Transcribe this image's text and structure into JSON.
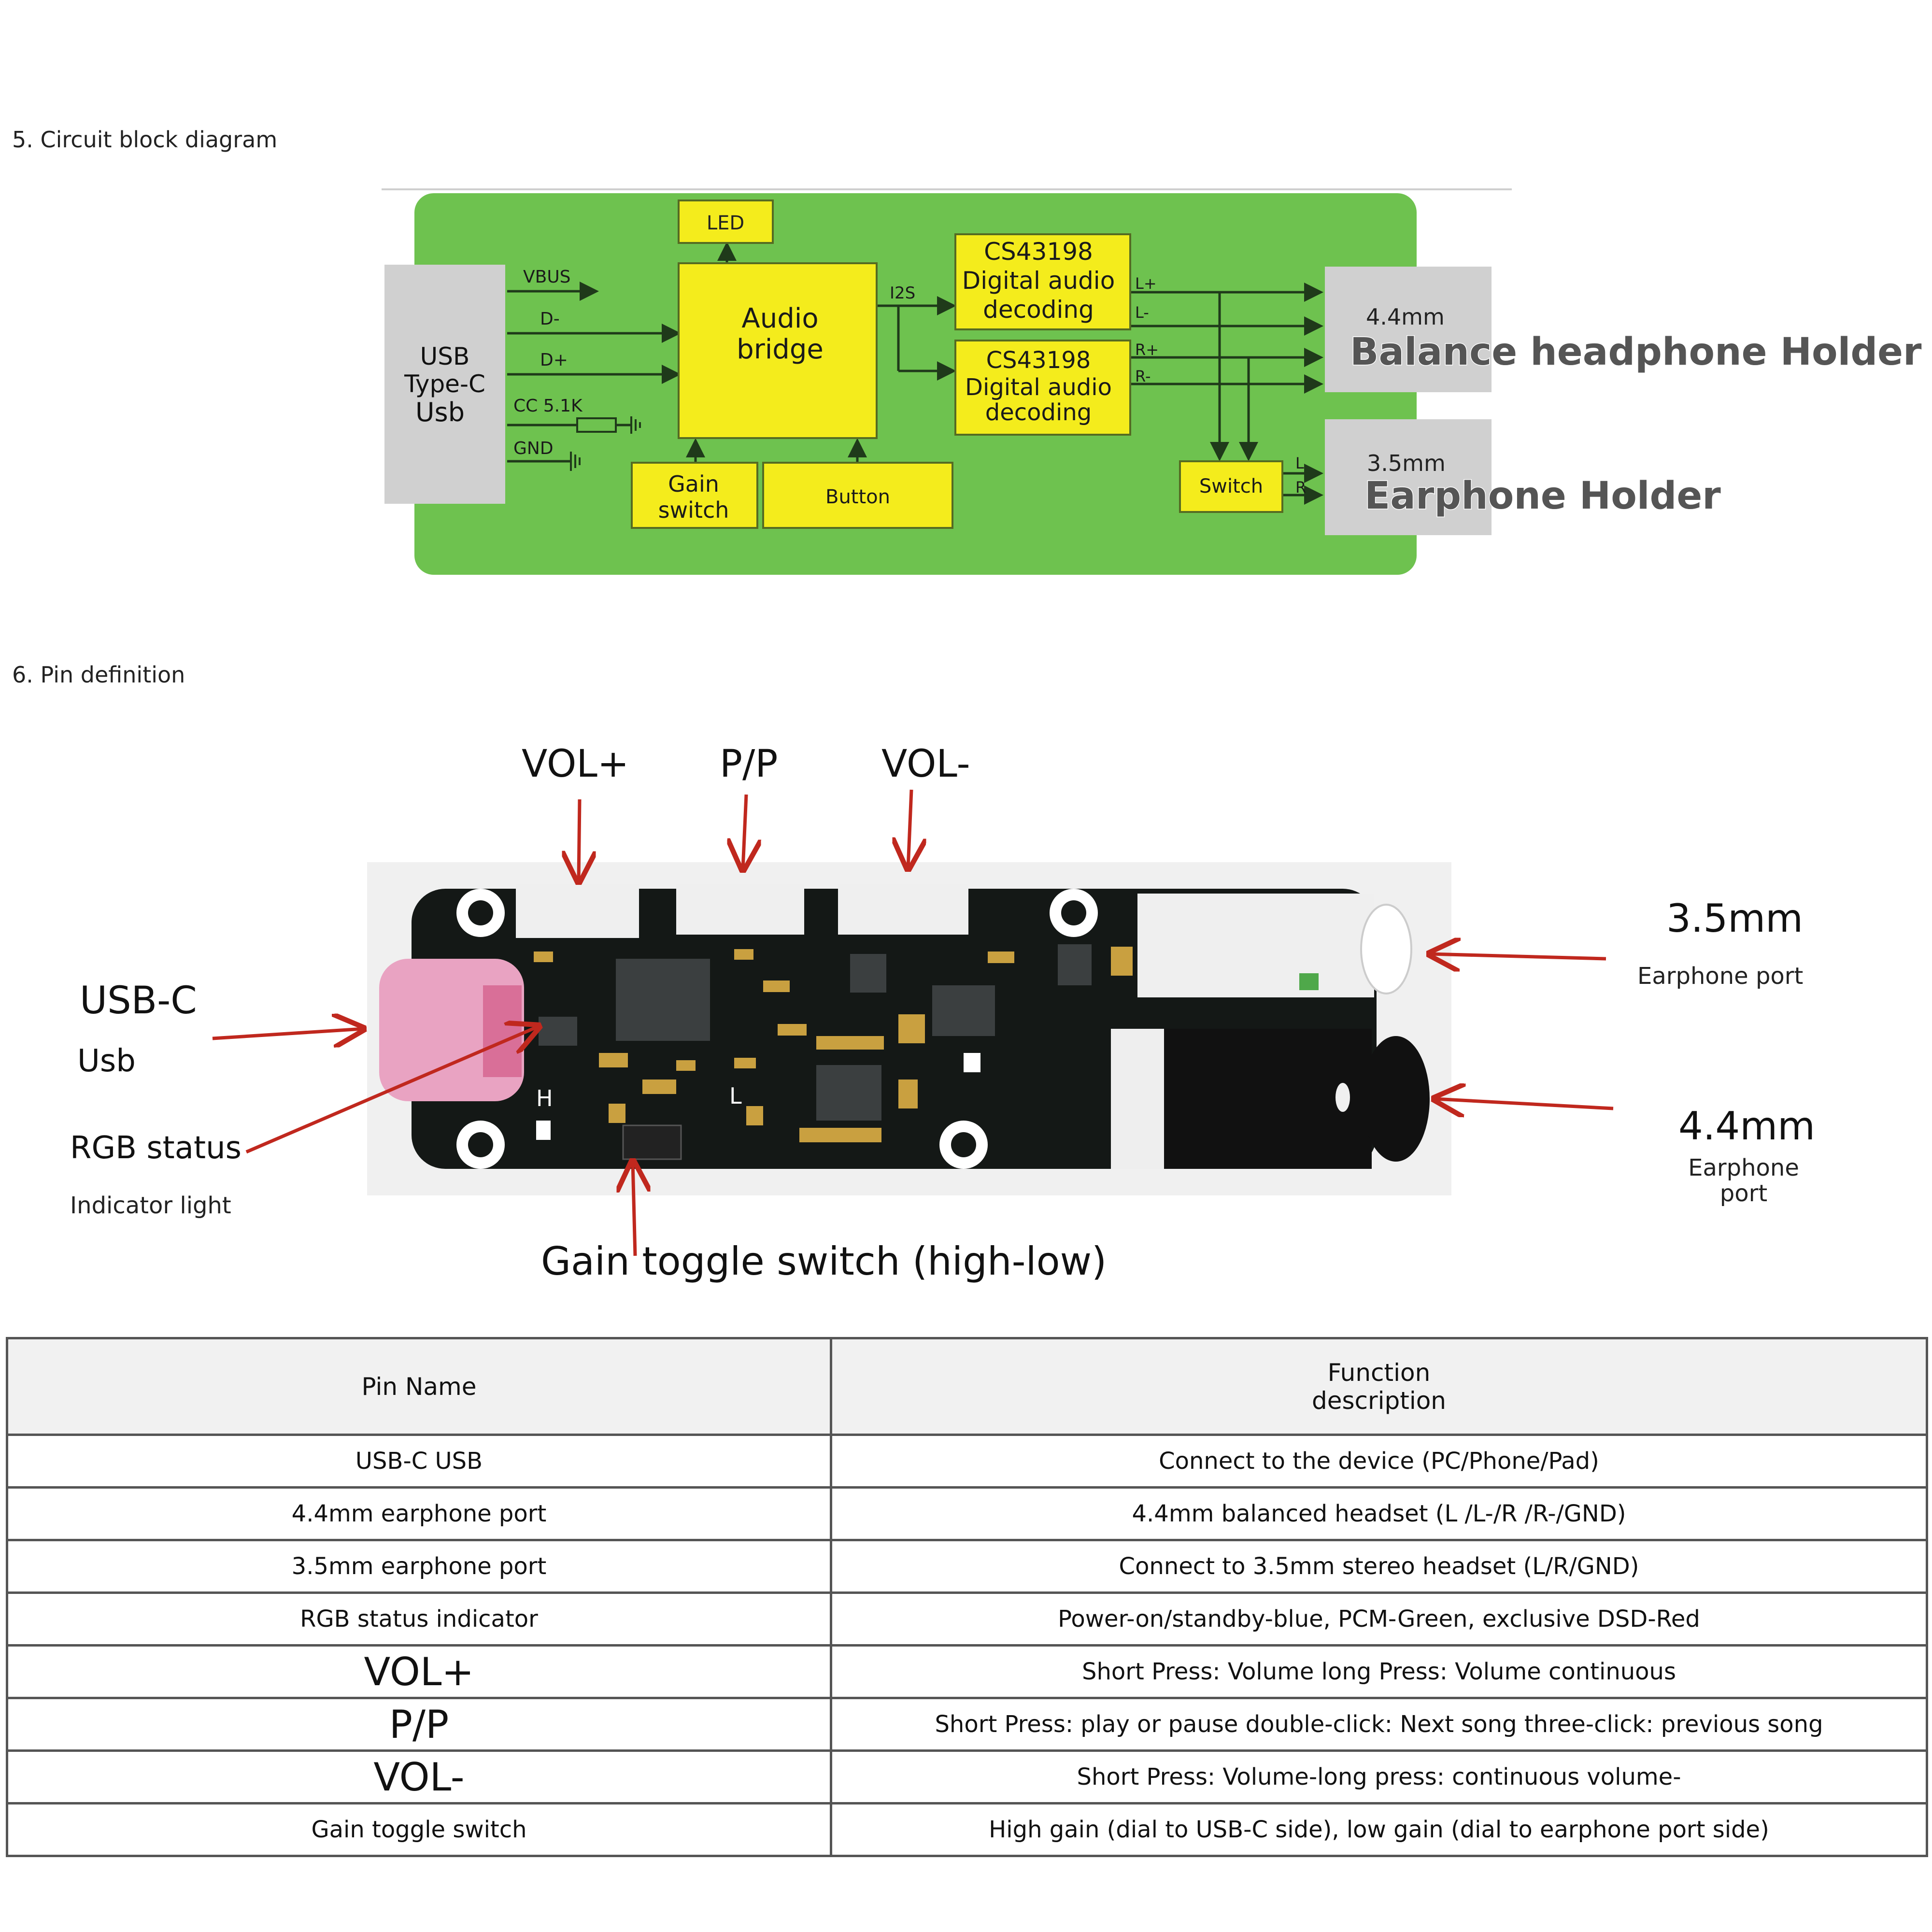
{
  "sections": {
    "circuit_title": "5. Circuit block diagram",
    "pin_title": "6. Pin definition"
  },
  "colors": {
    "board_green": "#6ec24f",
    "block_yellow": "#f4ec1c",
    "block_gray": "#d0d0d0",
    "arrow_red": "#c0281e",
    "usb_pink": "#e9a3c2"
  },
  "diagram": {
    "usb_block": [
      "USB",
      "Type-C",
      "Usb"
    ],
    "signals": {
      "vbus": "VBUS",
      "dminus": "D-",
      "dplus": "D+",
      "cc": "CC  5.1K",
      "gnd": "GND",
      "i2s": "I2S"
    },
    "led": "LED",
    "audio_bridge": [
      "Audio",
      "bridge"
    ],
    "decoder": [
      "CS43198",
      "Digital audio",
      "decoding"
    ],
    "gain_switch": [
      "Gain",
      "switch"
    ],
    "button": "Button",
    "switch": "Switch",
    "out_labels": {
      "l_plus": "L+",
      "l_minus": "L-",
      "r_plus": "R+",
      "r_minus": "R-",
      "l": "L",
      "r": "R"
    },
    "jack_44": {
      "size": "4.4mm",
      "name": "Balance headphone Holder"
    },
    "jack_35": {
      "size": "3.5mm",
      "name": "Earphone Holder"
    }
  },
  "pin_diagram": {
    "vol_plus": "VOL+",
    "pp": "P/P",
    "vol_minus": "VOL-",
    "usb_c": "USB-C",
    "usb": "Usb",
    "rgb_status": "RGB status",
    "indicator_light": "Indicator light",
    "gain_toggle": "Gain toggle switch (high-low)",
    "port_35_size": "3.5mm",
    "port_35_name": "Earphone port",
    "port_44_size": "4.4mm",
    "port_44_name": [
      "Earphone",
      "port"
    ],
    "silk_h": "H",
    "silk_l": "L"
  },
  "table": {
    "headers": [
      "Pin Name",
      [
        "Function",
        "description"
      ]
    ],
    "rows": [
      {
        "name": "USB-C USB",
        "desc": "Connect to the device (PC/Phone/Pad)"
      },
      {
        "name": "4.4mm earphone port",
        "desc": "4.4mm balanced headset (L /L-/R /R-/GND)"
      },
      {
        "name": "3.5mm earphone port",
        "desc": "Connect to 3.5mm stereo headset (L/R/GND)"
      },
      {
        "name": "RGB status indicator",
        "desc": "Power-on/standby-blue, PCM-Green, exclusive DSD-Red"
      },
      {
        "name": "VOL+",
        "desc": "Short Press: Volume long Press: Volume continuous"
      },
      {
        "name": "P/P",
        "desc": "Short Press: play or pause double-click: Next song three-click: previous song"
      },
      {
        "name": "VOL-",
        "desc": "Short Press: Volume-long press: continuous volume-"
      },
      {
        "name": "Gain toggle switch",
        "desc": "High gain (dial to USB-C side), low gain (dial to earphone port side)"
      }
    ]
  }
}
